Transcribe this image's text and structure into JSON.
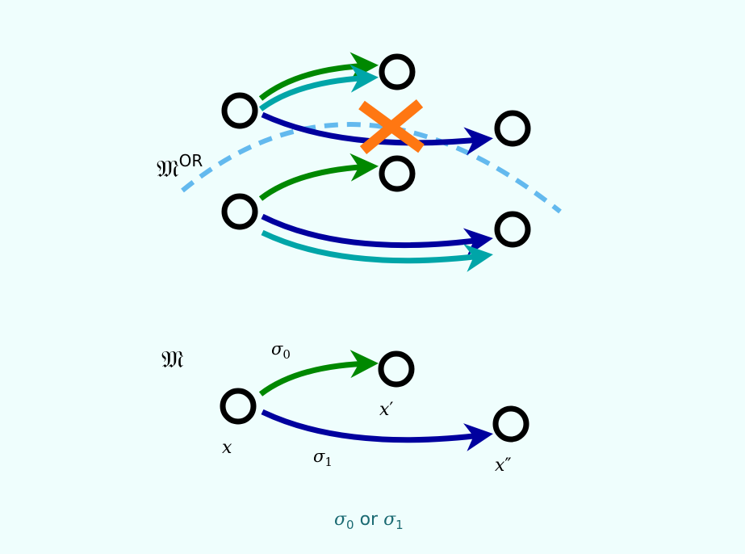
{
  "colors": {
    "background": "#effefd",
    "green": "#008800",
    "teal": "#00a5a8",
    "blue": "#00009e",
    "dashed": "#63b9ee",
    "cross": "#ff7712",
    "caption": "#1a6a72"
  },
  "top": {
    "machine_symbol": "𝔐",
    "machine_superscript": "OR"
  },
  "bottom": {
    "machine_symbol": "𝔐",
    "sigma0": "σ",
    "sigma0_sub": "0",
    "sigma1": "σ",
    "sigma1_sub": "1",
    "state_x": "x",
    "state_x1": "x",
    "state_x1_prime": "′",
    "state_x2": "x",
    "state_x2_prime": "″"
  },
  "caption": {
    "s0": "σ",
    "s0_sub": "0",
    "or": " or ",
    "s1": "σ",
    "s1_sub": "1"
  }
}
